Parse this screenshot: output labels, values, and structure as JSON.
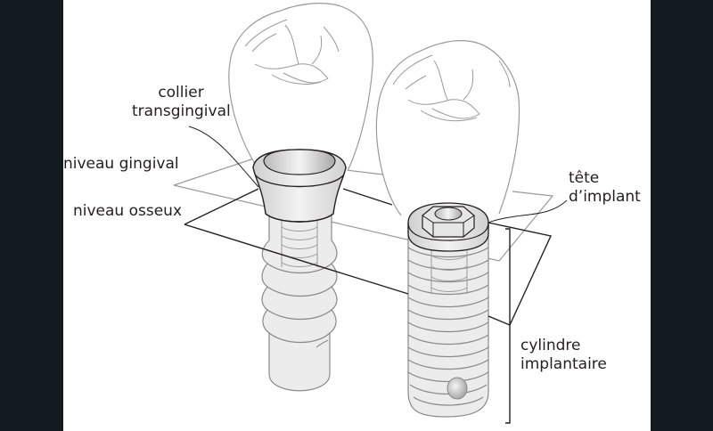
{
  "diagram": {
    "title": "",
    "labels": {
      "collier_line1": "collier",
      "collier_line2": "transgingival",
      "niveau_gingival": "niveau gingival",
      "niveau_osseux": "niveau osseux",
      "tete_line1": "tête",
      "tete_line2": "d’implant",
      "cylindre_line1": "cylindre",
      "cylindre_line2": "implantaire"
    },
    "colors": {
      "background": "#121a22",
      "panel": "#ffffff",
      "outline_dark": "#231f20",
      "outline_gray": "#8a8a8a",
      "implant_fill": "#ececec"
    }
  }
}
